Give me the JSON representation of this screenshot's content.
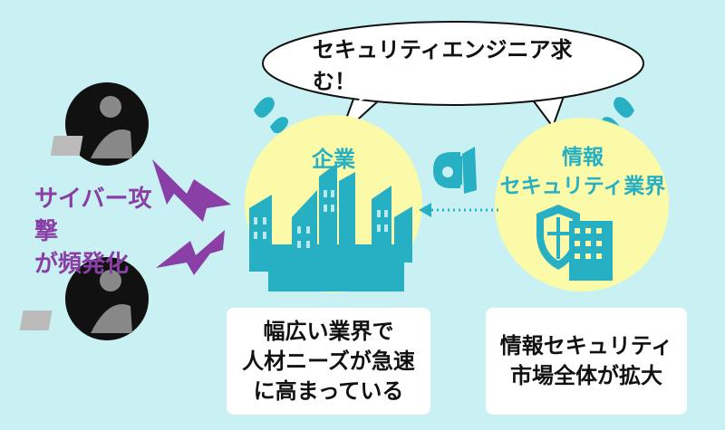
{
  "speech": {
    "text": "セキュリティエンジニア求む！"
  },
  "attack": {
    "lines": [
      "サイバー攻撃",
      "が頻発化"
    ]
  },
  "company": {
    "title": "企業"
  },
  "security": {
    "title_lines": [
      "情報",
      "セキュリティ業界"
    ]
  },
  "captions": {
    "left": [
      "幅広い業界で",
      "人材ニーズが急速",
      "に高まっている"
    ],
    "right": [
      "情報セキュリティ",
      "市場全体が拡大"
    ]
  },
  "colors": {
    "background": "#c9f0f2",
    "circle": "#fafaa8",
    "accent": "#27b0c4",
    "purple": "#8a3fa6",
    "hacker": "#111111"
  },
  "icons": [
    "hacker-icon",
    "lightning-bolt-icon",
    "city-skyline-icon",
    "shield-icon",
    "building-icon",
    "server-icon",
    "sweat-drop-icon"
  ]
}
